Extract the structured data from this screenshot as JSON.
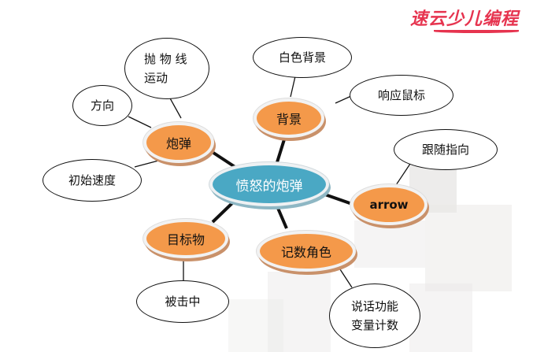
{
  "logo": {
    "text": "速云少儿编程",
    "color": "#e6344f"
  },
  "center": {
    "label": "愤怒的炮弹",
    "color": "#4aa8c4"
  },
  "hubs": [
    {
      "id": "cannonball",
      "label": "炮弹",
      "color": "#f4994a",
      "children": [
        "抛物线运动",
        "方向",
        "初始速度"
      ]
    },
    {
      "id": "background",
      "label": "背景",
      "color": "#f4994a",
      "children": [
        "白色背景",
        "响应鼠标"
      ]
    },
    {
      "id": "arrow",
      "label": "arrow",
      "color": "#f4994a",
      "children": [
        "跟随指向"
      ]
    },
    {
      "id": "target",
      "label": "目标物",
      "color": "#f4994a",
      "children": [
        "被击中"
      ]
    },
    {
      "id": "counter",
      "label": "记数角色",
      "color": "#f4994a",
      "children": [
        "说话功能变量计数"
      ]
    }
  ],
  "leaves": {
    "parabola_line1": "抛 物 线",
    "parabola_line2": "运动",
    "direction": "方向",
    "initial_speed": "初始速度",
    "white_bg": "白色背景",
    "mouse_response": "响应鼠标",
    "follow_pointer": "跟随指向",
    "hit": "被击中",
    "speech_line1": "说话功能",
    "speech_line2": "变量计数"
  }
}
